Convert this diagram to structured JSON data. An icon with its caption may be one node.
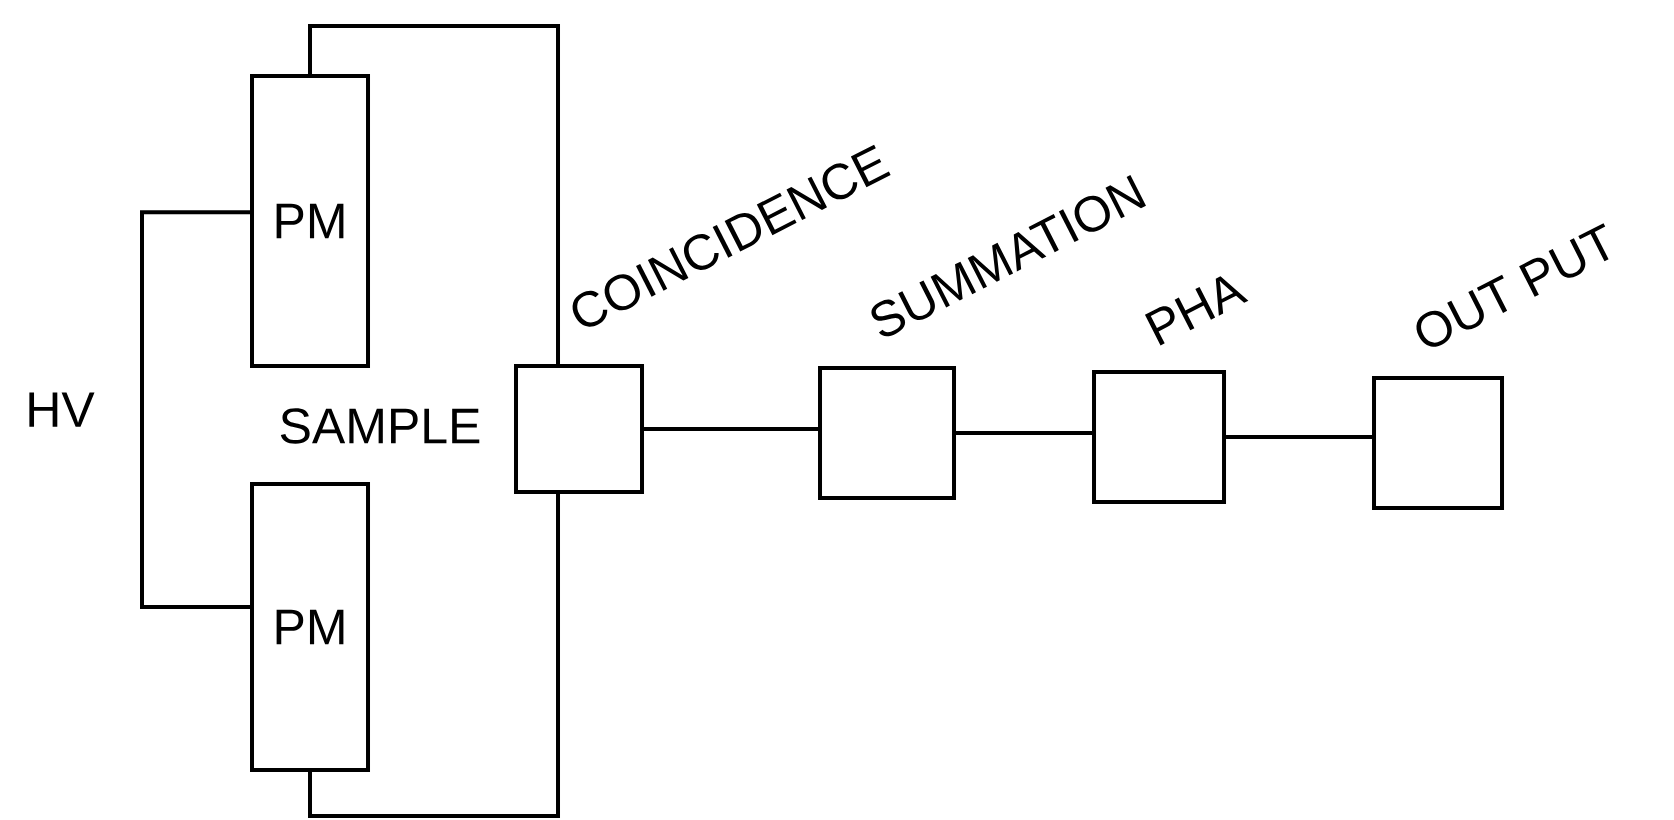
{
  "diagram": {
    "nodes": [
      {
        "text": [
          "PM"
        ]
      },
      {
        "text": [
          "PM"
        ]
      },
      {
        "text": [
          "COINCIDENCE"
        ]
      },
      {
        "text": [
          "SUMMATION"
        ]
      },
      {
        "text": [
          "PHA"
        ]
      },
      {
        "text": [
          "OUT PUT"
        ]
      }
    ],
    "edges": [
      {
        "from": 0,
        "to": 1,
        "arrow": "none",
        "label": "HV"
      },
      {
        "from": 0,
        "to": 2,
        "arrow": "none"
      },
      {
        "from": 1,
        "to": 2,
        "arrow": "none"
      },
      {
        "from": 2,
        "to": 3,
        "arrow": "none"
      },
      {
        "from": 3,
        "to": 4,
        "arrow": "none"
      },
      {
        "from": 4,
        "to": 5,
        "arrow": "none"
      }
    ],
    "labels": [
      "SAMPLE"
    ]
  }
}
